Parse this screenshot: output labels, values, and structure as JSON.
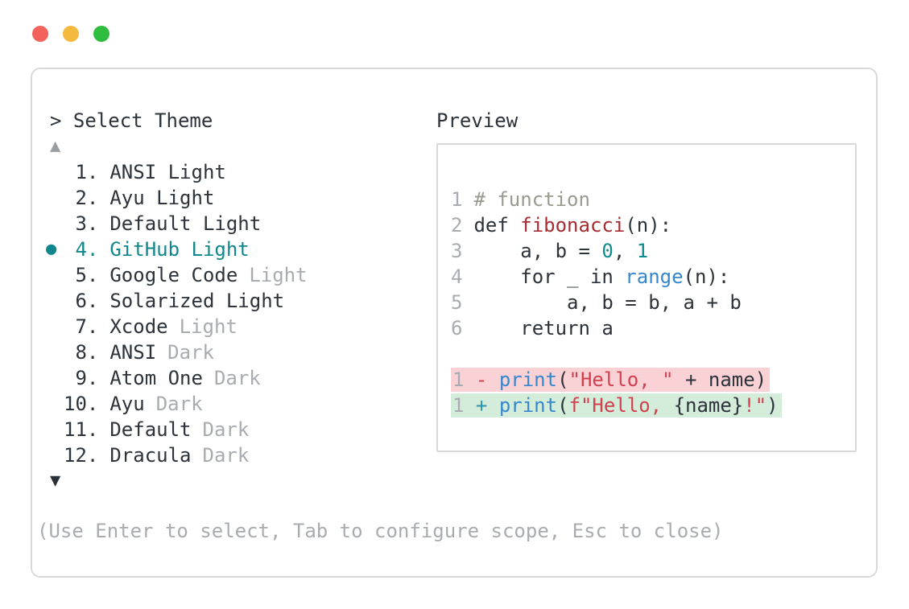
{
  "colors": {
    "accent": "#0f878c",
    "text": "#2d333b",
    "muted": "#a8acb1",
    "comment": "#999b90",
    "func": "#a62c30",
    "numlit": "#0c8c92",
    "builtin": "#3787cd",
    "string": "#d2404f",
    "minus": "#d2404f",
    "plus": "#2d93ab",
    "removed-bg": "#fad2d6",
    "added-bg": "#d4ecda",
    "border": "#d9d9d9",
    "tl-red": "#f4635b",
    "tl-yellow": "#f4b93f",
    "tl-green": "#2ebd3f"
  },
  "window": {
    "traffic_light_icons": [
      "close-icon",
      "minimize-icon",
      "zoom-icon"
    ]
  },
  "picker": {
    "prompt": "> Select Theme",
    "scroll_up_icon": "▲",
    "scroll_down_icon": "▼",
    "bullet_icon": "●",
    "selected_item": "GitHub Light",
    "items": [
      {
        "number": " 1.",
        "name": "ANSI Light",
        "suffix": ""
      },
      {
        "number": " 2.",
        "name": "Ayu Light",
        "suffix": ""
      },
      {
        "number": " 3.",
        "name": "Default Light",
        "suffix": ""
      },
      {
        "number": " 4.",
        "name": "GitHub Light",
        "suffix": "",
        "selected": true
      },
      {
        "number": " 5.",
        "name": "Google Code",
        "suffix": "Light"
      },
      {
        "number": " 6.",
        "name": "Solarized Light",
        "suffix": ""
      },
      {
        "number": " 7.",
        "name": "Xcode",
        "suffix": "Light"
      },
      {
        "number": " 8.",
        "name": "ANSI",
        "suffix": "Dark"
      },
      {
        "number": " 9.",
        "name": "Atom One",
        "suffix": "Dark"
      },
      {
        "number": "10.",
        "name": "Ayu",
        "suffix": "Dark"
      },
      {
        "number": "11.",
        "name": "Default",
        "suffix": "Dark"
      },
      {
        "number": "12.",
        "name": "Dracula",
        "suffix": "Dark"
      }
    ],
    "help": "(Use Enter to select, Tab to configure scope, Esc to close)"
  },
  "preview": {
    "title": "Preview",
    "code_lines": [
      {
        "num": "1",
        "tokens": [
          {
            "text": "# function",
            "style": "comment"
          }
        ]
      },
      {
        "num": "2",
        "tokens": [
          {
            "text": "def ",
            "style": "plain"
          },
          {
            "text": "fibonacci",
            "style": "func"
          },
          {
            "text": "(n):",
            "style": "plain"
          }
        ]
      },
      {
        "num": "3",
        "tokens": [
          {
            "text": "    a, b = ",
            "style": "plain"
          },
          {
            "text": "0",
            "style": "num"
          },
          {
            "text": ", ",
            "style": "plain"
          },
          {
            "text": "1",
            "style": "num"
          }
        ]
      },
      {
        "num": "4",
        "tokens": [
          {
            "text": "    for _ in ",
            "style": "plain"
          },
          {
            "text": "range",
            "style": "builtin"
          },
          {
            "text": "(n):",
            "style": "plain"
          }
        ]
      },
      {
        "num": "5",
        "tokens": [
          {
            "text": "        a, b = b, a + b",
            "style": "plain"
          }
        ]
      },
      {
        "num": "6",
        "tokens": [
          {
            "text": "    return a",
            "style": "plain"
          }
        ]
      }
    ],
    "diff_lines": [
      {
        "kind": "removed",
        "num": "1",
        "tokens": [
          {
            "text": " - ",
            "style": "minus"
          },
          {
            "text": "print",
            "style": "builtin"
          },
          {
            "text": "(",
            "style": "plain"
          },
          {
            "text": "\"Hello, \"",
            "style": "string"
          },
          {
            "text": " + name)",
            "style": "plain"
          }
        ]
      },
      {
        "kind": "added",
        "num": "1",
        "tokens": [
          {
            "text": " + ",
            "style": "plus"
          },
          {
            "text": "print",
            "style": "builtin"
          },
          {
            "text": "(",
            "style": "plain"
          },
          {
            "text": "f\"Hello, ",
            "style": "string"
          },
          {
            "text": "{name}",
            "style": "plain"
          },
          {
            "text": "!\"",
            "style": "string"
          },
          {
            "text": ")",
            "style": "plain"
          }
        ]
      }
    ]
  }
}
